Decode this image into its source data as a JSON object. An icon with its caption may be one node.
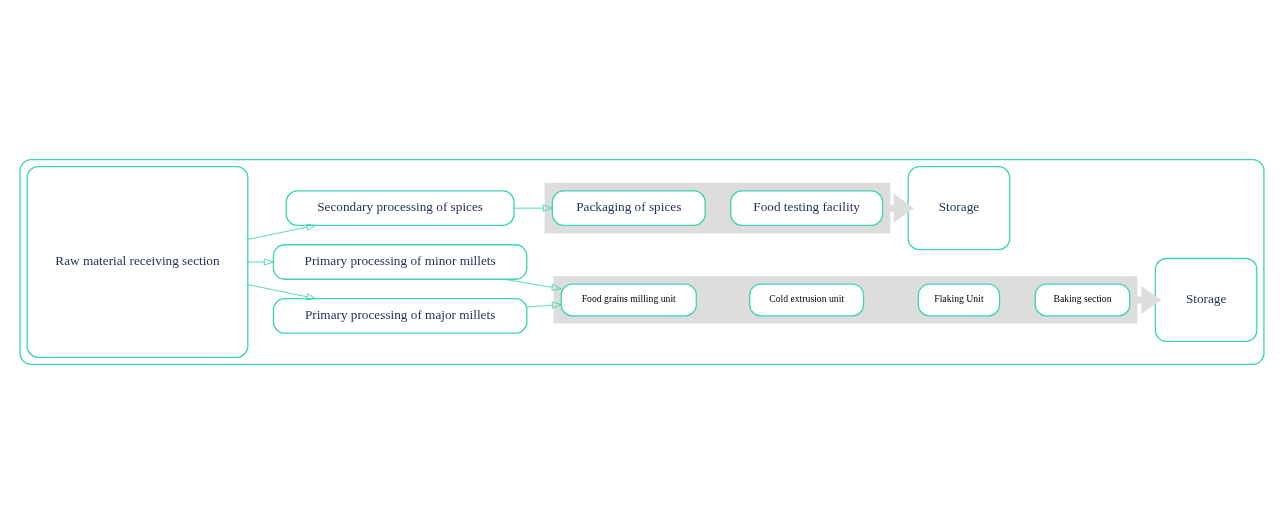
{
  "diagram": {
    "nodes": [
      {
        "text": [],
        "shape": "box"
      },
      {
        "text": [
          "Raw material receiving section"
        ],
        "in": 0
      },
      {
        "text": [
          "Primary processing of major millets"
        ],
        "in": 0
      },
      {
        "text": [
          "Primary processing of minor millets"
        ],
        "in": 0
      },
      {
        "text": [],
        "shape": "arrow",
        "in": 0
      },
      {
        "text": [
          "Food grains milling unit"
        ],
        "in": 4
      },
      {
        "text": [
          "Cold extrusion unit"
        ],
        "in": 4
      },
      {
        "text": [
          "Flaking Unit"
        ],
        "in": 4
      },
      {
        "text": [
          "Baking section"
        ],
        "in": 4
      },
      {
        "text": [
          "Storage"
        ],
        "in": 0
      },
      {
        "text": [
          "Secondary processing of spices"
        ],
        "in": 0
      },
      {
        "text": [],
        "shape": "arrow",
        "in": 0
      },
      {
        "text": [
          "Packaging of spices"
        ],
        "in": 11
      },
      {
        "text": [
          "Food testing facility"
        ],
        "in": 11
      },
      {
        "text": [
          "Storage"
        ],
        "in": 0
      }
    ],
    "edges": [
      {
        "from": 1,
        "to": 2,
        "arrow": "to"
      },
      {
        "from": 1,
        "to": 3,
        "arrow": "to"
      },
      {
        "from": 2,
        "to": 5,
        "arrow": "to"
      },
      {
        "from": 3,
        "to": 5,
        "arrow": "to"
      },
      {
        "from": 1,
        "to": 10,
        "arrow": "to"
      },
      {
        "from": 10,
        "to": 12,
        "arrow": "to"
      },
      {
        "from": 4,
        "to": 9,
        "arrow": "to",
        "style": "thick",
        "color": "#dddddd"
      },
      {
        "from": 11,
        "to": 14,
        "arrow": "to",
        "style": "thick",
        "color": "#dddddd"
      }
    ]
  }
}
